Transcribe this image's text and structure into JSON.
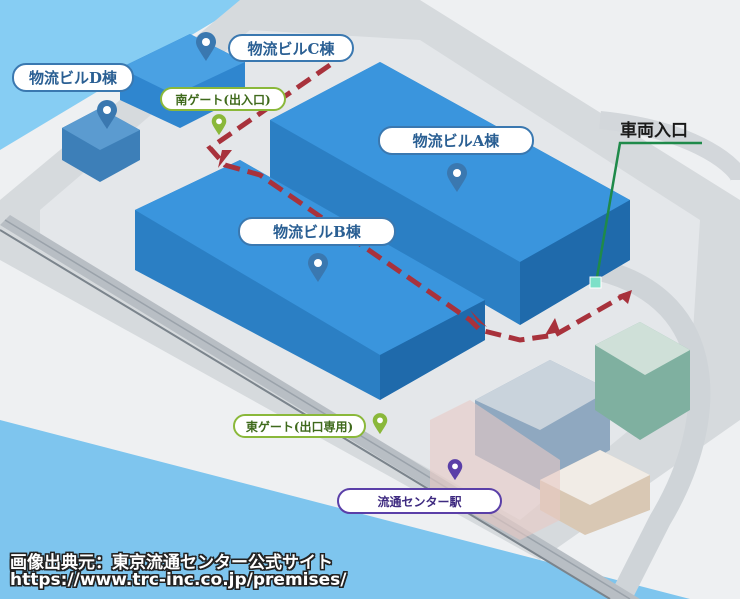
{
  "labels": {
    "building_a": "物流ビルA棟",
    "building_b": "物流ビルB棟",
    "building_c": "物流ビルC棟",
    "building_d": "物流ビルD棟",
    "south_gate": "南ゲート(出入口)",
    "east_gate": "東ゲート(出口専用)",
    "station": "流通センター駅",
    "vehicle_entrance": "車両入口"
  },
  "caption": {
    "line1": "画像出典元：東京流通センター公式サイト",
    "line2": "https://www.trc-inc.co.jp/premises/"
  },
  "colors": {
    "building": "#2f86cf",
    "water": "#7fc8f0",
    "route": "#a8323c",
    "gate": "#8ab83a",
    "station": "#5a3fa8",
    "entry_line": "#1f8a4a"
  }
}
